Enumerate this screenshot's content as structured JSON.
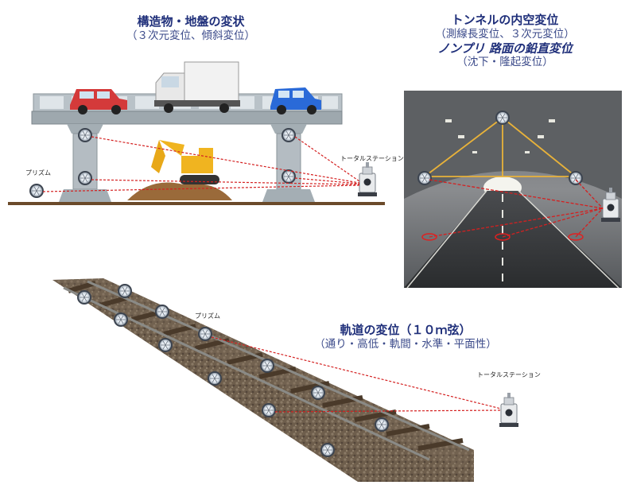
{
  "sections": {
    "structure": {
      "title": "構造物・地盤の変状",
      "subtitle": "（３次元変位、傾斜変位）",
      "prism_label": "プリズム",
      "station_label": "トータルステーション"
    },
    "tunnel": {
      "title1": "トンネルの内空変位",
      "subtitle1": "（測線長変位、３次元変位）",
      "title2": "ノンプリ 路面の鉛直変位",
      "subtitle2": "（沈下・隆起変位）"
    },
    "track": {
      "title": "軌道の変位（１０ｍ弦）",
      "subtitle": "（通り・高低・軌間・水準・平面性）",
      "prism_label": "プリズム",
      "station_label": "トータルステーション"
    }
  },
  "colors": {
    "title": "#1f2f7a",
    "laser": "#d42020",
    "tunnel_line": "#e8b23a"
  }
}
